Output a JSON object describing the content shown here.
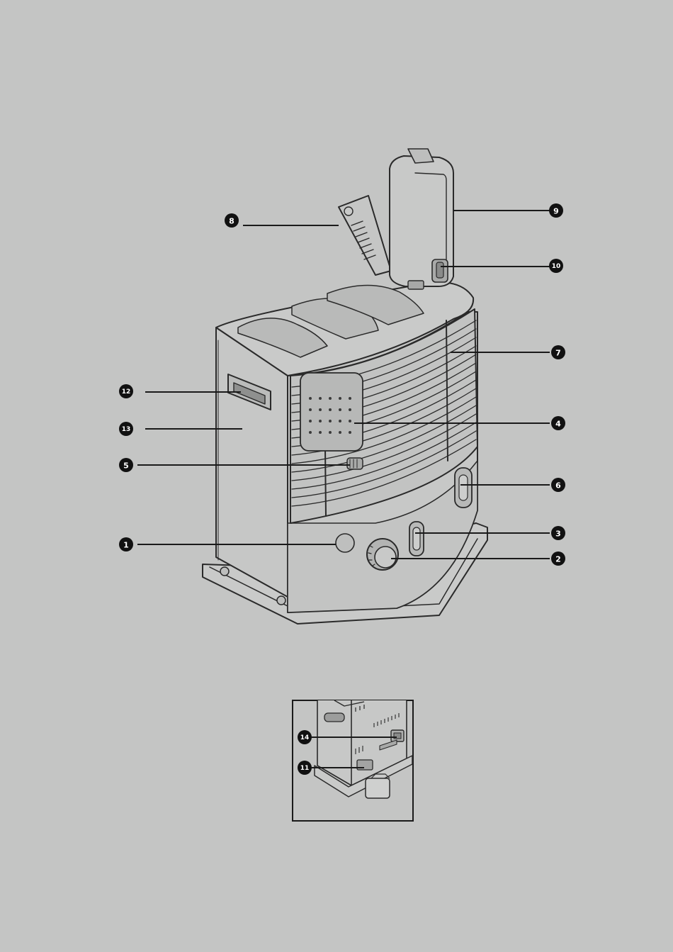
{
  "colors": {
    "background": "#c4c5c4",
    "outline": "#2a2a2a",
    "body_fill": "#c6c7c6",
    "panel_fill": "#bfc0bf",
    "callout_fill": "#111111",
    "callout_text": "#ffffff"
  },
  "callouts": [
    {
      "id": "1",
      "label": "1",
      "part": "bottom-left"
    },
    {
      "id": "2",
      "label": "2",
      "part": "control-knob"
    },
    {
      "id": "3",
      "label": "3",
      "part": "fuel-gauge"
    },
    {
      "id": "4",
      "label": "4",
      "part": "burner-grille"
    },
    {
      "id": "5",
      "label": "5",
      "part": "ignition-lever"
    },
    {
      "id": "6",
      "label": "6",
      "part": "side-window"
    },
    {
      "id": "7",
      "label": "7",
      "part": "front-grille"
    },
    {
      "id": "8",
      "label": "8",
      "part": "tank-lid"
    },
    {
      "id": "9",
      "label": "9",
      "part": "fuel-tank"
    },
    {
      "id": "10",
      "label": "10",
      "part": "tank-cap"
    },
    {
      "id": "11",
      "label": "11",
      "part": "rear-socket"
    },
    {
      "id": "12",
      "label": "12",
      "part": "handle"
    },
    {
      "id": "13",
      "label": "13",
      "part": "side-panel"
    },
    {
      "id": "14",
      "label": "14",
      "part": "rear-switch"
    }
  ]
}
